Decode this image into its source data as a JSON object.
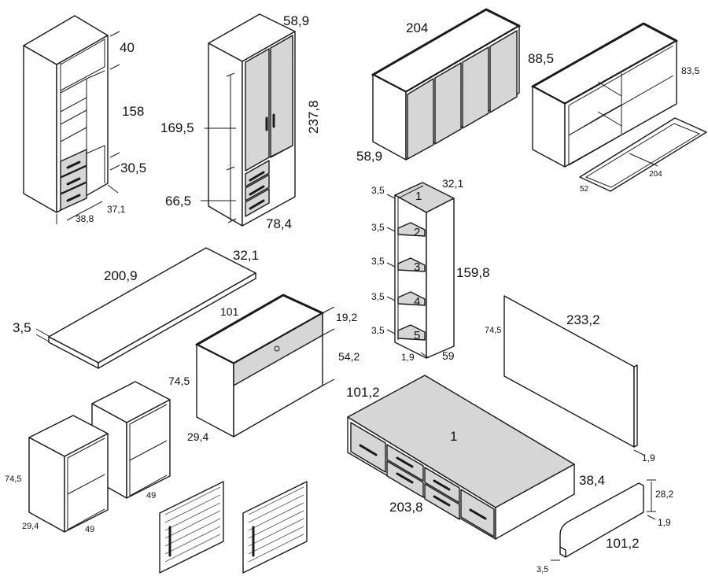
{
  "wardrobe_shelving": {
    "d_top": "40",
    "d_height": "158",
    "d_drawer": "30,5",
    "d_width": "38,8",
    "d_depth": "37,1"
  },
  "wardrobe_doors": {
    "d_depth": "58,9",
    "d_total_height": "237,8",
    "d_upper": "169,5",
    "d_lower": "66,5",
    "d_width": "78,4"
  },
  "sideboard_four_door": {
    "d_width": "204",
    "d_height": "88,5",
    "d_depth": "58,9"
  },
  "open_sideboard": {
    "d_height": "83,5",
    "d_base_width": "204",
    "d_base_depth": "52"
  },
  "bookcase": {
    "d_depth": "32,1",
    "d_height": "159,8",
    "d_board": "1,9",
    "d_width": "59",
    "shelf_gaps": [
      "3,5",
      "3,5",
      "3,5",
      "3,5",
      "3,5"
    ],
    "shelf_numbers": [
      "1",
      "2",
      "3",
      "4",
      "5"
    ]
  },
  "desk_top": {
    "d_width": "200,9",
    "d_depth": "32,1",
    "d_thickness": "3,5"
  },
  "desk_cabinet": {
    "d_width": "101",
    "d_flap": "19,2",
    "d_front": "54,2",
    "d_height": "74,5",
    "d_depth": "29,4"
  },
  "bed_base": {
    "d_width": "101,2",
    "d_length": "203,8",
    "d_height": "38,4",
    "label": "1"
  },
  "headboard_panel": {
    "d_height": "74,5",
    "d_width": "233,2",
    "d_thickness": "1,9"
  },
  "open_bedside_units": {
    "d_height": "74,5",
    "d_depth": "29,4",
    "d_width_front": "49",
    "d_width_back": "49"
  },
  "bed_guard": {
    "d_height": "28,2",
    "d_thickness": "1,9",
    "d_width": "101,2",
    "d_foot": "3,5"
  }
}
